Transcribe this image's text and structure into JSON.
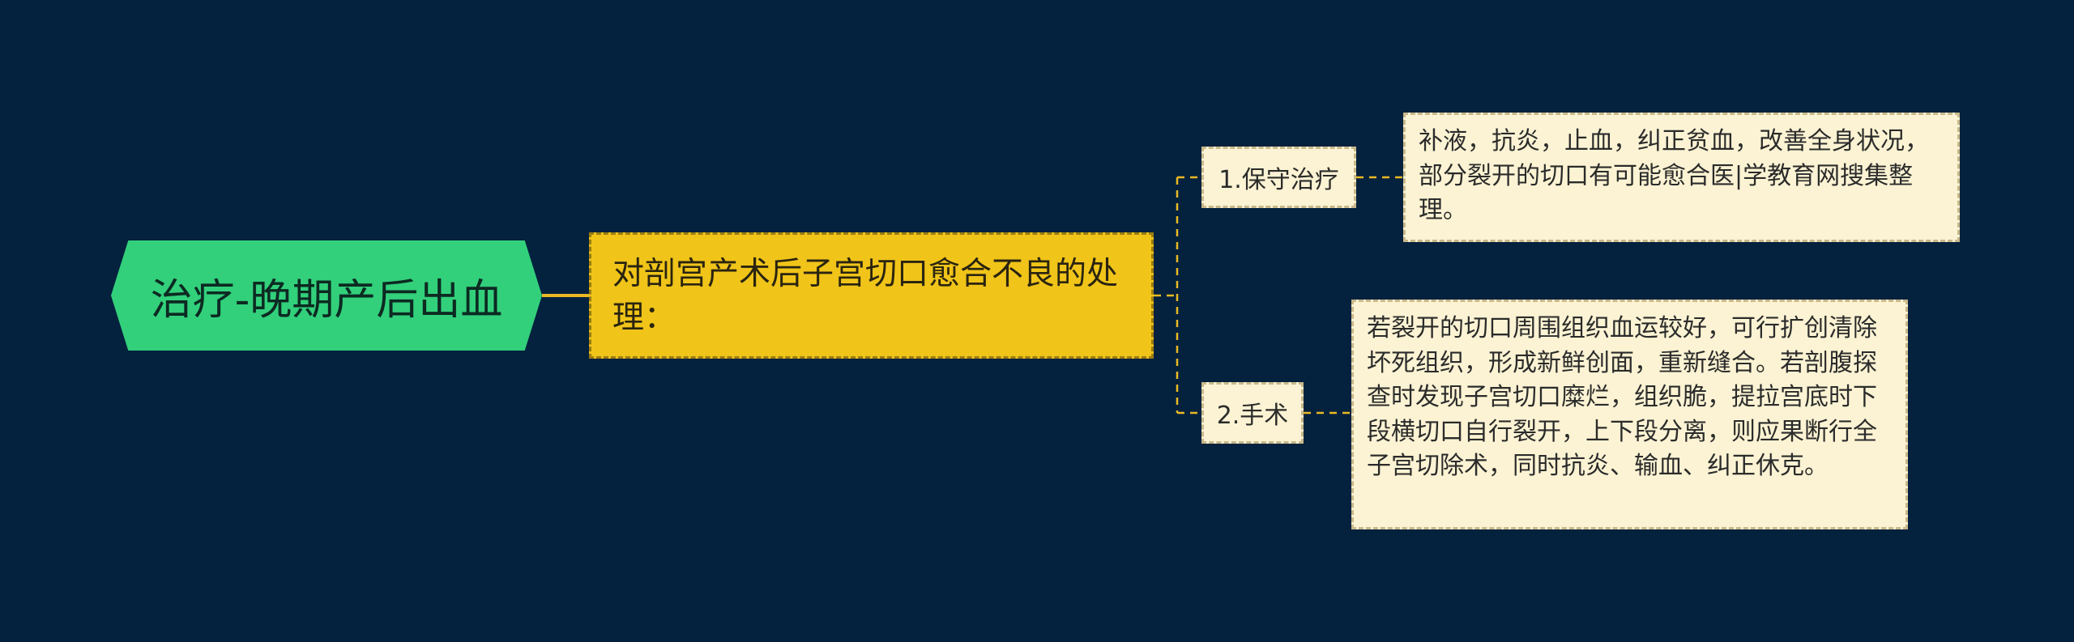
{
  "root": {
    "label": "治疗-晚期产后出血"
  },
  "main": {
    "label": "对剖宫产术后子宫切口愈合不良的处理："
  },
  "branches": [
    {
      "label": "1.保守治疗",
      "detail": "补液，抗炎，止血，纠正贫血，改善全身状况，部分裂开的切口有可能愈合医|学教育网搜集整理。"
    },
    {
      "label": "2.手术",
      "detail": "若裂开的切口周围组织血运较好，可行扩创清除坏死组织，形成新鲜创面，重新缝合。若剖腹探查时发现子宫切口糜烂，组织脆，提拉宫底时下段横切口自行裂开，上下段分离，则应果断行全子宫切除术，同时抗炎、输血、纠正休克。"
    }
  ],
  "colors": {
    "background": "#04213e",
    "root_fill": "#32d07b",
    "main_fill": "#f0c419",
    "leaf_fill": "#fbf3d3",
    "connector": "#e8b923"
  }
}
